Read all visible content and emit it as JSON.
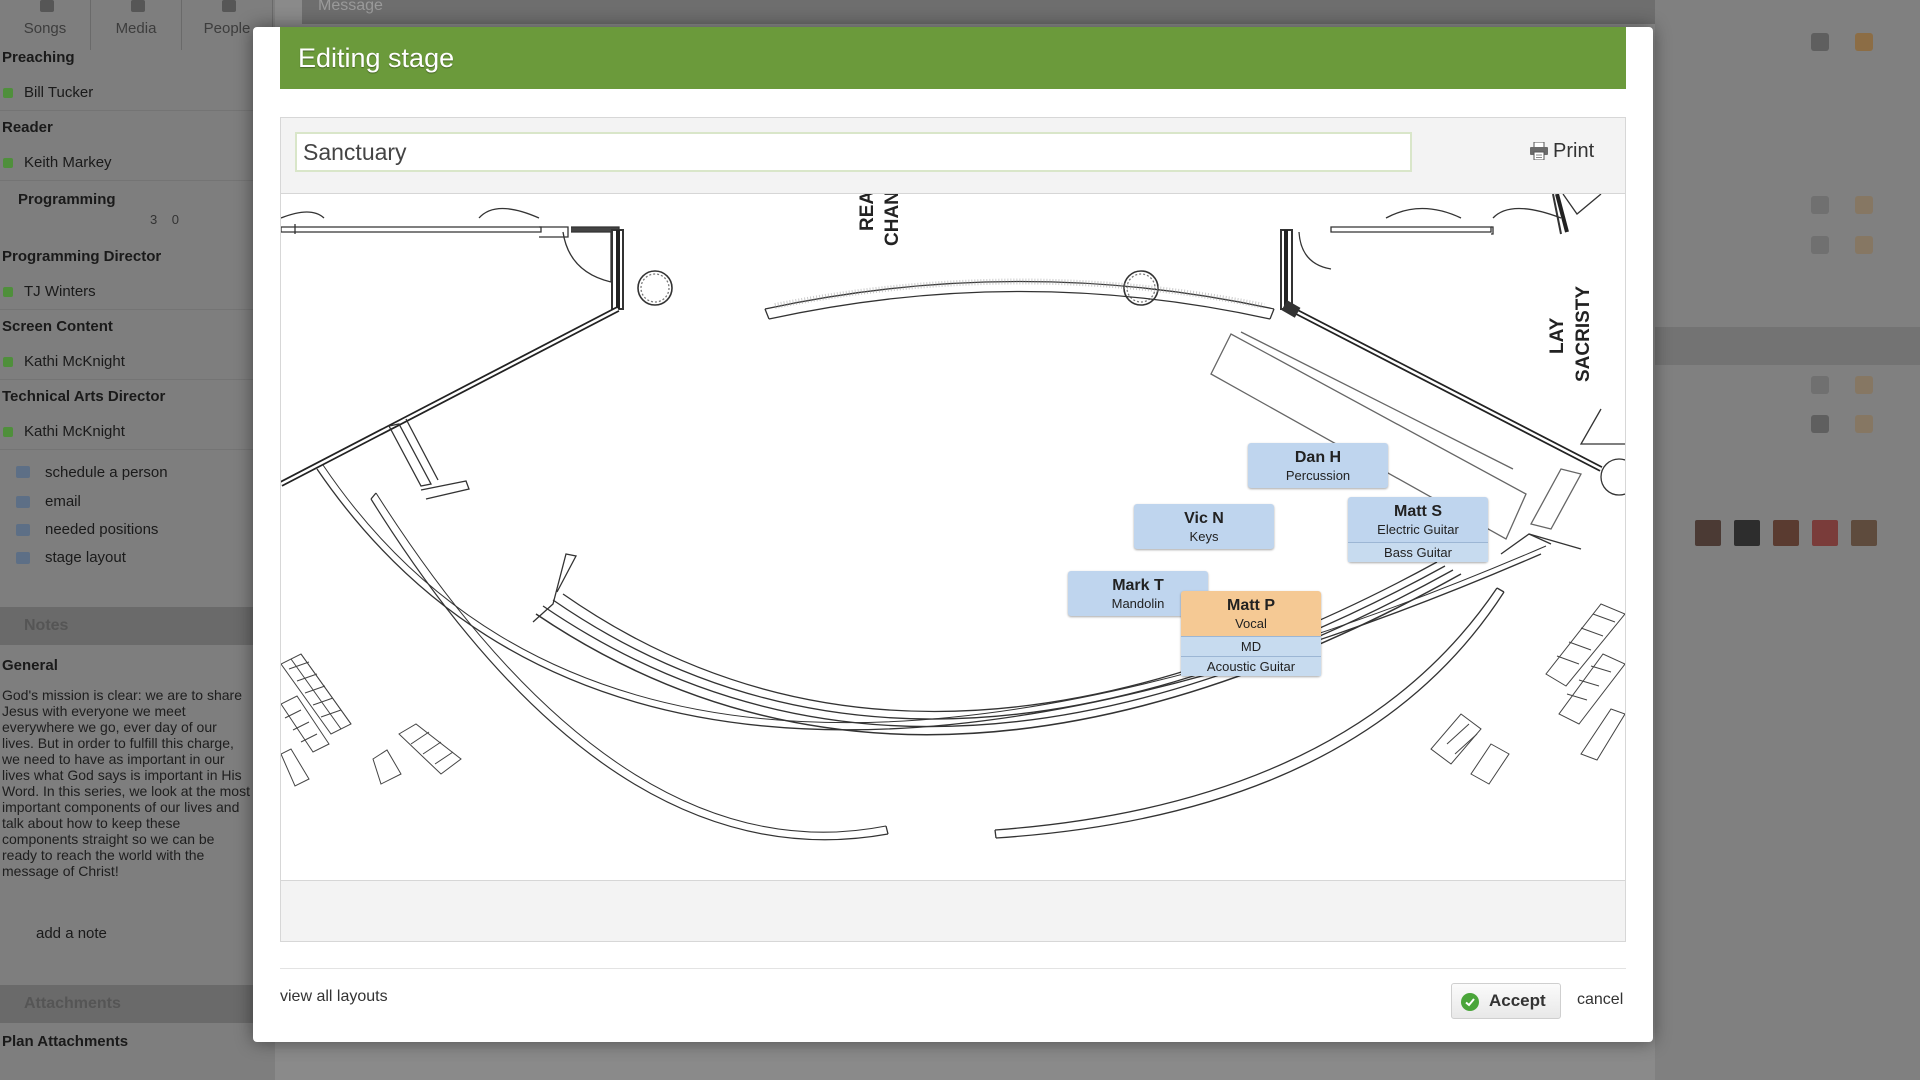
{
  "background": {
    "top_nav": [
      "Songs",
      "Media",
      "People"
    ],
    "top_bar_label": "Message",
    "sections": [
      {
        "heading": "Preaching",
        "person": "Bill Tucker"
      },
      {
        "heading": "Reader",
        "person": "Keith Markey"
      }
    ],
    "programming": {
      "heading": "Programming",
      "count_a": "3",
      "count_b": "0"
    },
    "sections2": [
      {
        "heading": "Programming Director",
        "person": "TJ Winters"
      },
      {
        "heading": "Screen Content",
        "person": "Kathi McKnight"
      },
      {
        "heading": "Technical Arts Director",
        "person": "Kathi McKnight"
      }
    ],
    "links": [
      "schedule a person",
      "email",
      "needed positions",
      "stage layout"
    ],
    "notes": {
      "title": "Notes",
      "subheading": "General",
      "text": "God's mission is clear:  we are to share Jesus with everyone we meet everywhere we go, ever day of our lives.  But in order to fulfill this charge, we need to have as important in our lives what God says is important in His Word.  In this series, we look at the most important components of our lives and talk about how to keep these components straight so we can be ready to reach the world with the message of Christ!",
      "add_note": "add a note"
    },
    "attachments": {
      "title": "Attachments",
      "subheading": "Plan Attachments"
    }
  },
  "modal": {
    "title": "Editing stage",
    "layout_name": "Sanctuary",
    "print_label": "Print",
    "floorplan_labels": {
      "rea": "REA",
      "chan": "CHAN",
      "lay": "LAY",
      "sacristy": "SACRISTY"
    },
    "tiles": [
      {
        "name": "Dan H",
        "role": "Percussion",
        "extras": []
      },
      {
        "name": "Vic N",
        "role": "Keys",
        "extras": []
      },
      {
        "name": "Matt S",
        "role": "Electric Guitar",
        "extras": [
          "Bass Guitar"
        ]
      },
      {
        "name": "Mark T",
        "role": "Mandolin",
        "extras": []
      },
      {
        "name": "Matt P",
        "role": "Vocal",
        "extras": [
          "MD",
          "Acoustic Guitar"
        ]
      }
    ],
    "view_all_label": "view all layouts",
    "accept_label": "Accept",
    "cancel_label": "cancel"
  },
  "colors": {
    "header_green": "#6b9a3b",
    "tile_blue": "#bfd5ee",
    "tile_orange": "#f5c994",
    "accept_check_green": "#4aa53a"
  },
  "icons": [
    "printer-icon",
    "check-circle-icon",
    "checkbox-icon",
    "calendar-icon",
    "envelope-icon",
    "person-icon",
    "layout-icon"
  ]
}
